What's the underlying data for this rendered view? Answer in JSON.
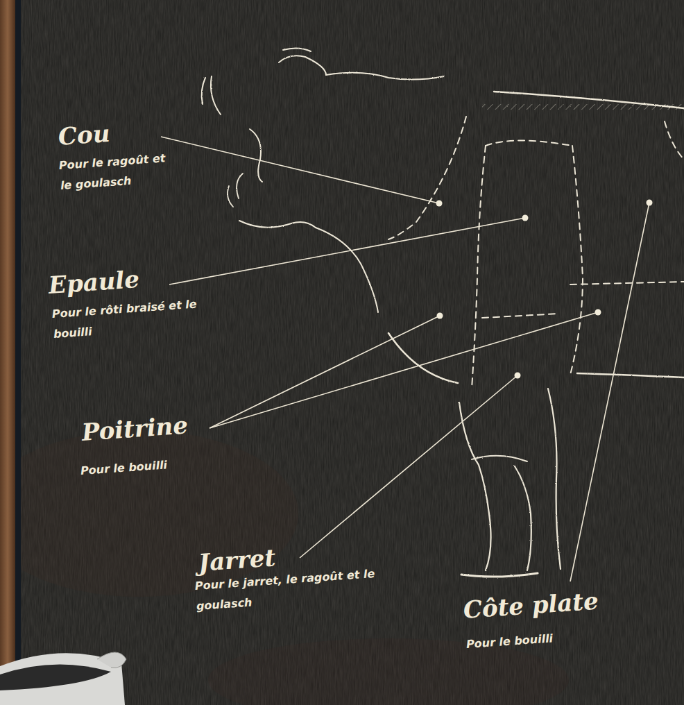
{
  "diagram": {
    "labels": [
      "Cou",
      "Pour le ragoût et le goulasch",
      "Epaule",
      "Pour le rôti braisé et le bouilli",
      "Poitrine",
      "Pour le bouilli",
      "Jarret",
      "Pour le jarret, le ragoût et le goulasch",
      "Côte plate",
      "Pour le bouilli"
    ]
  }
}
